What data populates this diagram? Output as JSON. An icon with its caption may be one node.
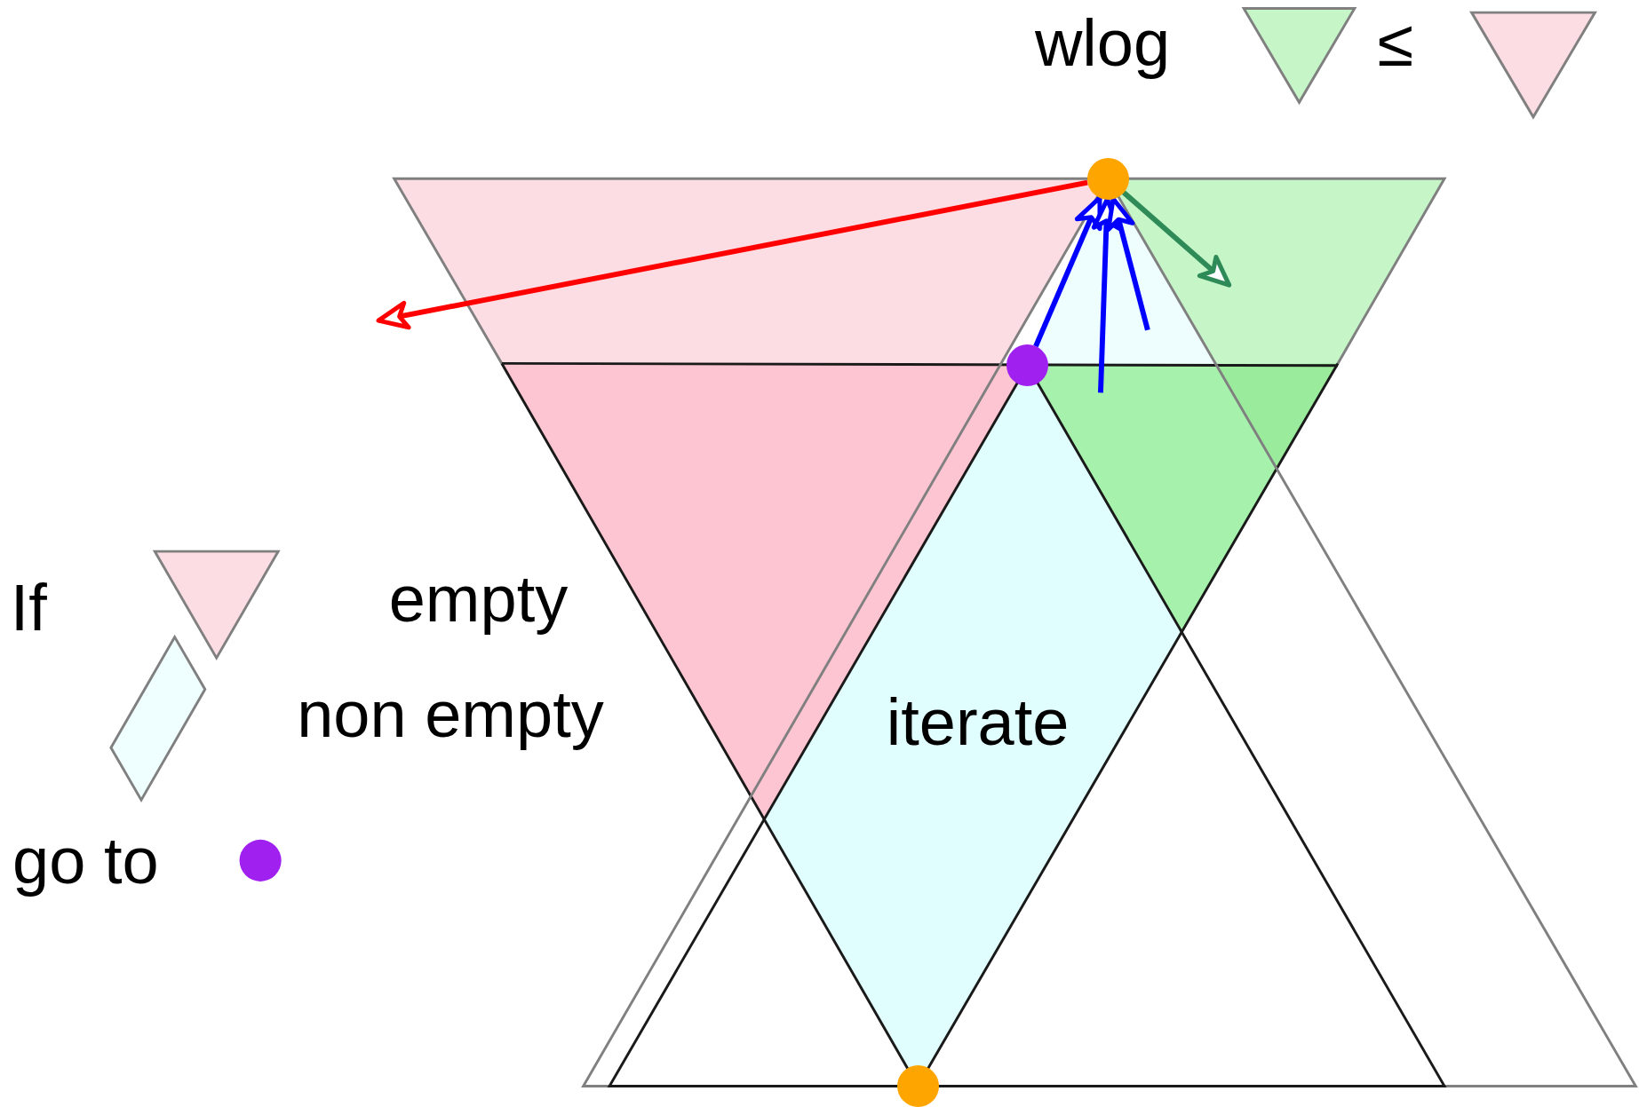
{
  "diagram": {
    "nodes": [
      {
        "text": [],
        "shape": "circle"
      },
      {
        "text": [],
        "shape": "circle"
      },
      {
        "text": [],
        "shape": "circle"
      }
    ],
    "edges": [
      {
        "from": 0,
        "to": null,
        "arrow": "to",
        "color": "#ff0000"
      },
      {
        "from": 0,
        "to": null,
        "arrow": "to",
        "color": "#2e8b57"
      },
      {
        "from": 1,
        "to": 0,
        "arrow": "to"
      },
      {
        "from": null,
        "to": 0,
        "arrow": "to"
      },
      {
        "from": null,
        "to": 0,
        "arrow": "to"
      }
    ],
    "labels": [
      "wlog",
      "≤",
      "If",
      "empty",
      "non empty",
      "iterate",
      "go to"
    ]
  }
}
